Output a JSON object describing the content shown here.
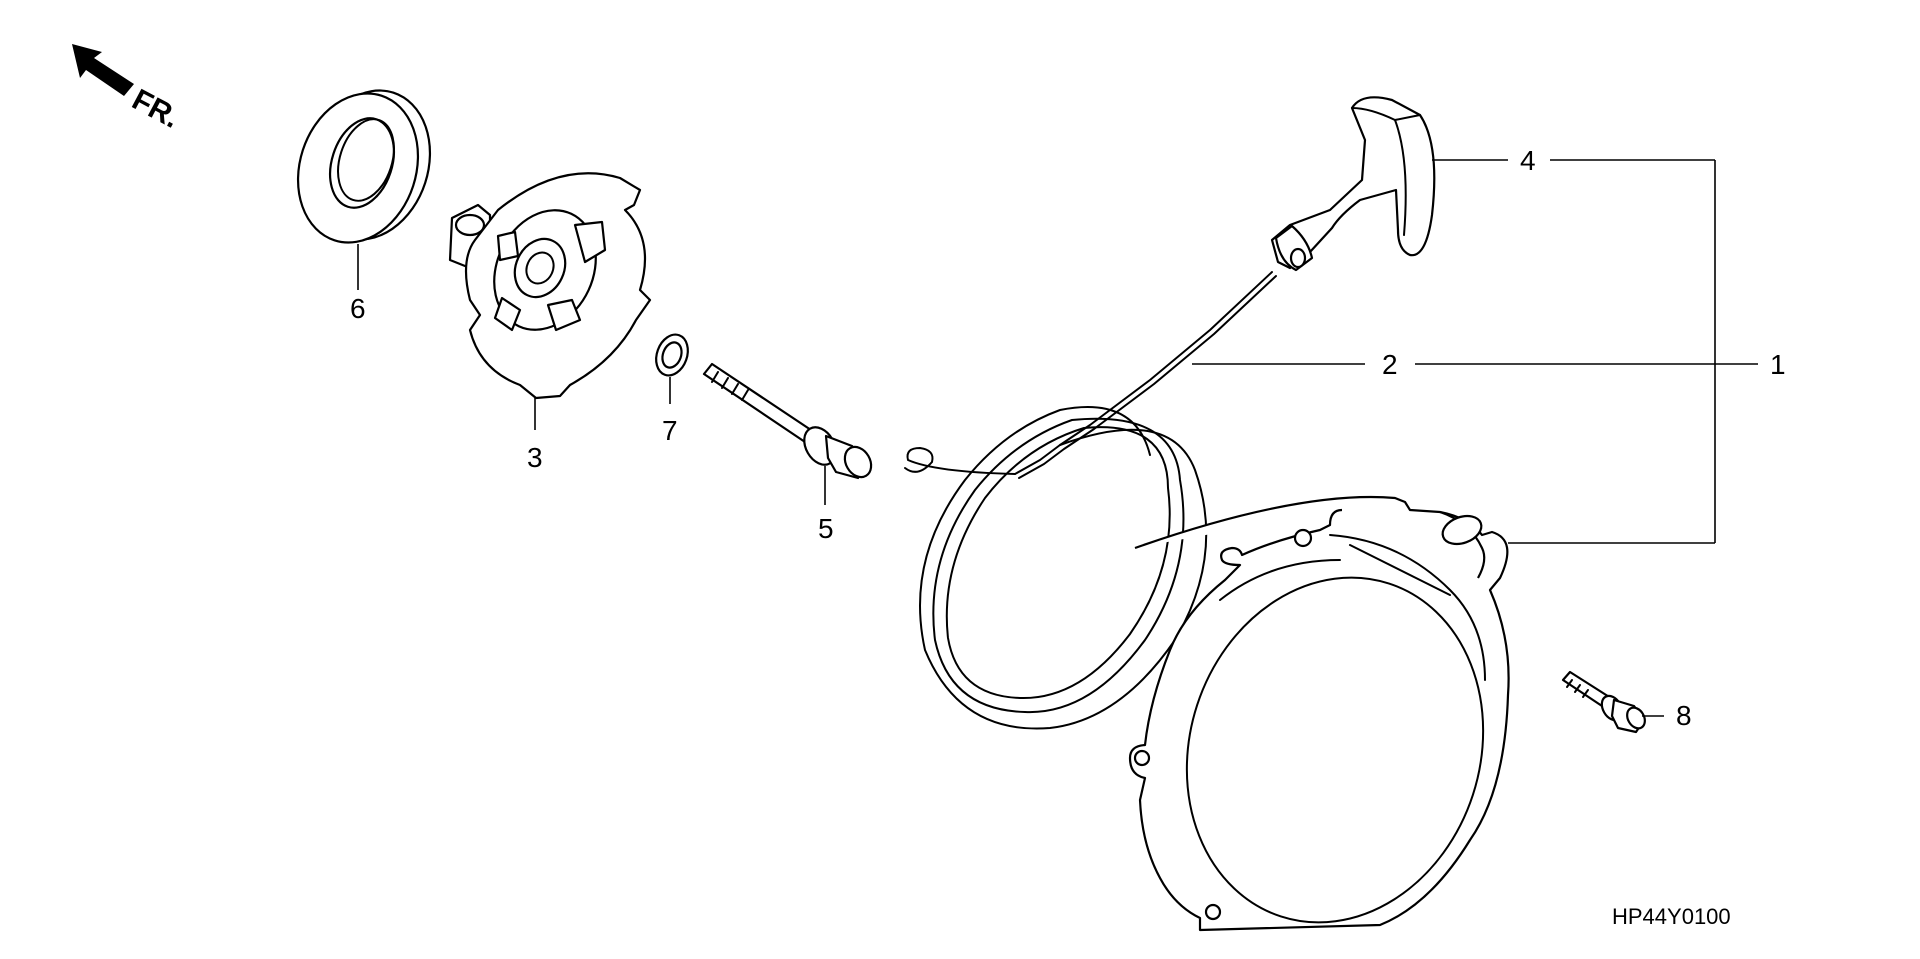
{
  "direction_indicator": {
    "label": "FR."
  },
  "diagram_code": "HP44Y0100",
  "callouts": {
    "c1": "1",
    "c2": "2",
    "c3": "3",
    "c4": "4",
    "c5": "5",
    "c6": "6",
    "c7": "7",
    "c8": "8"
  }
}
